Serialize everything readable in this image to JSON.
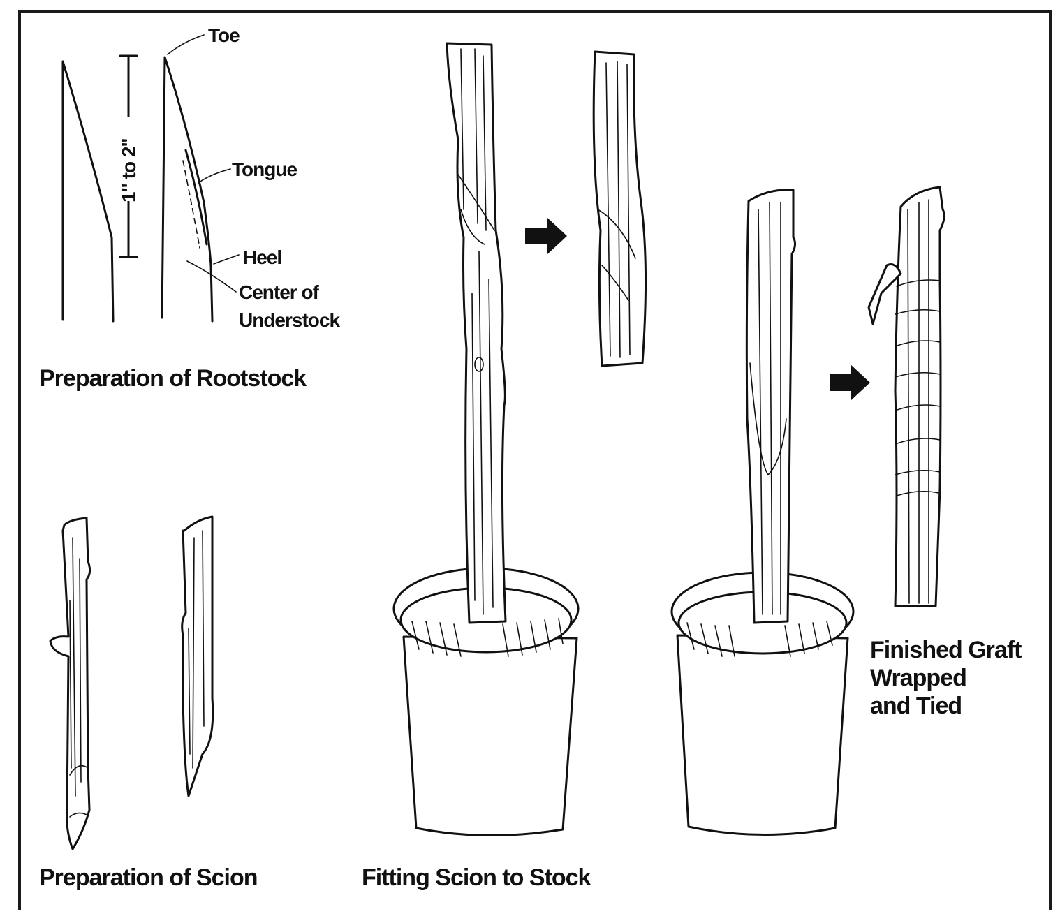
{
  "labels": {
    "toe": "Toe",
    "measure": "1\" to 2\"",
    "tongue": "Tongue",
    "heel": "Heel",
    "center_line1": "Center of",
    "center_line2": "Understock",
    "rootstock_caption": "Preparation of Rootstock",
    "scion_caption": "Preparation of Scion",
    "fitting_caption": "Fitting Scion to Stock",
    "finished_line1": "Finished Graft",
    "finished_line2": "Wrapped",
    "finished_line3": "and Tied"
  },
  "icons": [
    "arrow-right-icon",
    "arrow-right-icon"
  ]
}
